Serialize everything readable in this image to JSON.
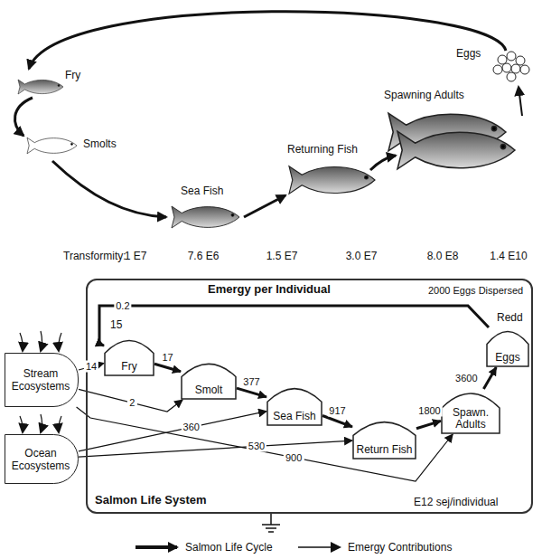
{
  "diagram": {
    "nodes": [
      {
        "text": [
          "Salmon Life System"
        ]
      },
      {
        "text": [
          "Stream Ecosystems"
        ]
      },
      {
        "text": [
          "Ocean Ecosystems"
        ]
      },
      {
        "text": [
          "Fry"
        ],
        "in": 0
      },
      {
        "text": [
          "Smolt"
        ],
        "in": 0
      },
      {
        "text": [
          "Sea Fish"
        ],
        "in": 0
      },
      {
        "text": [
          "Return Fish"
        ],
        "in": 0
      },
      {
        "text": [
          "Spawn. Adults"
        ],
        "in": 0
      },
      {
        "text": [
          "Eggs"
        ],
        "in": 0
      }
    ],
    "edges": [
      {
        "from": 8,
        "to": 3,
        "label": "0.2",
        "arrow": "to"
      },
      {
        "from": 1,
        "to": 3,
        "label": "14",
        "arrow": "to"
      },
      {
        "from": 3,
        "to": 4,
        "label": "17",
        "arrow": "to"
      },
      {
        "from": 1,
        "to": 4,
        "label": "2",
        "arrow": "to"
      },
      {
        "from": 4,
        "to": 5,
        "label": "377",
        "arrow": "to"
      },
      {
        "from": 2,
        "to": 5,
        "label": "360",
        "arrow": "to"
      },
      {
        "from": 5,
        "to": 6,
        "label": "917",
        "arrow": "to"
      },
      {
        "from": 2,
        "to": 6,
        "label": "530",
        "arrow": "to"
      },
      {
        "from": 6,
        "to": 7,
        "label": "1800",
        "arrow": "to"
      },
      {
        "from": 1,
        "to": 7,
        "label": "900",
        "arrow": "to"
      },
      {
        "from": 7,
        "to": 8,
        "label": "3600",
        "arrow": "to"
      }
    ],
    "labels": [
      "Eggs",
      "Spawning Adults",
      "Fry",
      "Smolts",
      "Returning Fish",
      "Sea Fish",
      "Transformity:",
      "1 E7",
      "7.6 E6",
      "1.5 E7",
      "3.0 E7",
      "8.0 E8",
      "1.4 E10",
      "2000 Eggs Dispersed",
      "Emergy per Individual",
      "Redd",
      "15",
      "E12 sej/individual"
    ],
    "legend": [
      {
        "text": "Salmon Life Cycle"
      },
      {
        "text": "Emergy Contributions"
      }
    ]
  }
}
